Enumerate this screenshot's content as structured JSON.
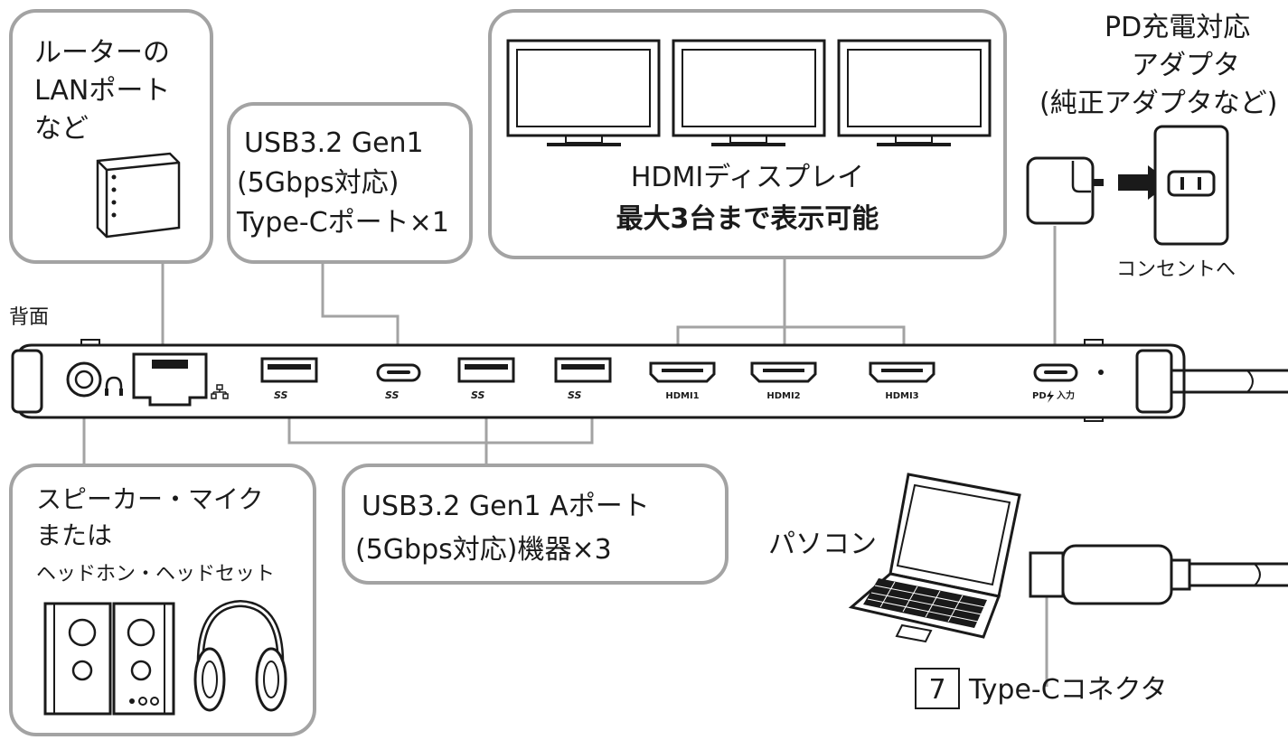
{
  "labels": {
    "router_line1": "ルーターの",
    "router_line2": "LANポート",
    "router_line3": "など",
    "usbc_line1": "USB3.2 Gen1",
    "usbc_line2": "(5Gbps対応)",
    "usbc_line3": "Type-Cポート×1",
    "hdmi_line1": "HDMIディスプレイ",
    "hdmi_line2": "最大3台まで表示可能",
    "pd_line1": "PD充電対応",
    "pd_line2": "アダプタ",
    "pd_line3": "(純正アダプタなど)",
    "outlet": "コンセントへ",
    "rear": "背面",
    "audio_line1": "スピーカー・マイク",
    "audio_line2": "または",
    "audio_line3": "ヘッドホン・ヘッドセット",
    "usba_line1": "USB3.2 Gen1 Aポート",
    "usba_line2": "(5Gbps対応)機器×3",
    "pc": "パソコン",
    "connector_num": "7",
    "connector": "Type-Cコネクタ"
  },
  "ports": {
    "ss1": "SS",
    "ss2": "SS",
    "ss3": "SS",
    "ss4": "SS",
    "hdmi1": "HDMI1",
    "hdmi2": "HDMI2",
    "hdmi3": "HDMI3",
    "pd": "PD",
    "pd_in": "入力"
  },
  "icons": [
    "monitor-icon",
    "router-icon",
    "ac-adapter-icon",
    "wall-outlet-icon",
    "speaker-icon",
    "headphones-icon",
    "laptop-icon",
    "usb-c-cable-icon",
    "headset-jack-icon",
    "lan-icon"
  ]
}
